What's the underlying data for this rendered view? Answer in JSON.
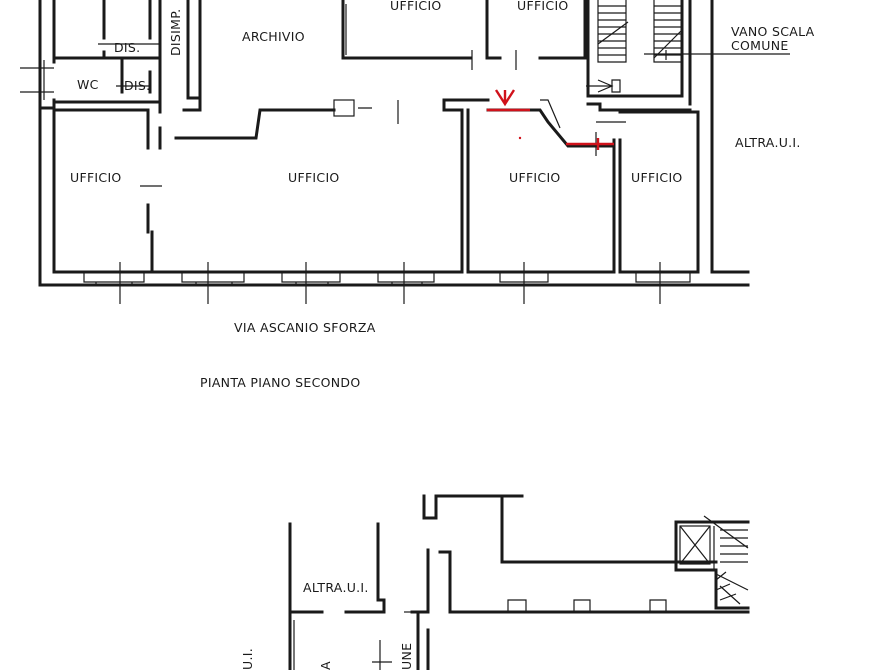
{
  "floor_plan": {
    "labels": {
      "ufficio_top_a": "UFFICIO",
      "ufficio_top_b": "UFFICIO",
      "archivio": "ARCHIVIO",
      "disimp": "DISIMP.",
      "dis_top": "DIS.",
      "dis_mid": "DIS.",
      "wc": "WC",
      "vano_scala_1": "VANO SCALA",
      "vano_scala_2": "COMUNE",
      "ufficio_left": "UFFICIO",
      "ufficio_center": "UFFICIO",
      "ufficio_right_a": "UFFICIO",
      "ufficio_right_b": "UFFICIO",
      "altra_ui_right": "ALTRA.U.I.",
      "street": "VIA ASCANIO SFORZA",
      "plan_title": "PIANTA PIANO SECONDO",
      "altra_ui_bottom": "ALTRA.U.I.",
      "bottom_vertical_left": "U.I.",
      "bottom_vertical_mid": "A",
      "bottom_vertical_right": "UNE"
    },
    "colors": {
      "wall": "#1a1a1a",
      "marker": "#d0121b"
    },
    "icons": [
      "entrance-arrow-icon",
      "staircase-icon",
      "elevator-icon",
      "door-swing-icon"
    ]
  }
}
